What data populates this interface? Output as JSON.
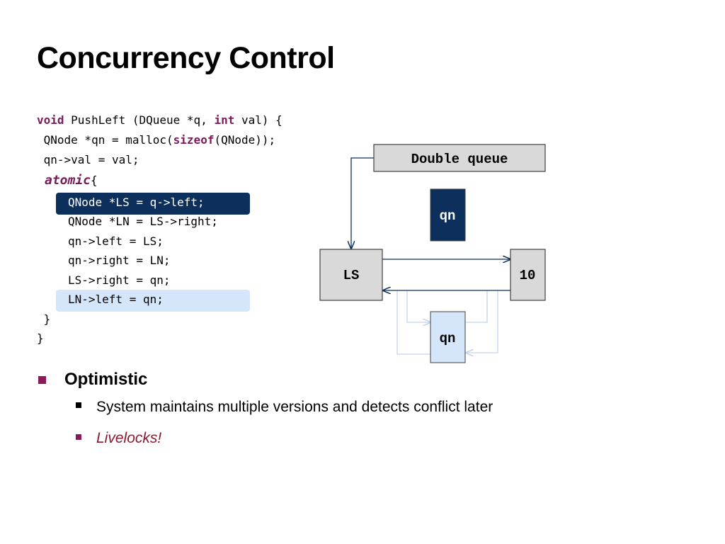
{
  "slide": {
    "title": "Concurrency Control"
  },
  "code": {
    "line1": {
      "kw1": "void",
      "t1": " PushLeft (DQueue *q, ",
      "kw2": "int",
      "t2": " val) {"
    },
    "line2": {
      "t1": " QNode *qn = malloc(",
      "kw": "sizeof",
      "t2": "(QNode));"
    },
    "line3": " qn->val = val;",
    "line4": {
      "kw": "atomic",
      "t": "{"
    },
    "line5": "QNode *LS = q->left;",
    "line6": "QNode *LN = LS->right;",
    "line7": "qn->left = LS;",
    "line8": "qn->right = LN;",
    "line9": "LS->right = qn;",
    "line10": "LN->left = qn;",
    "line11": " }",
    "line12": "}"
  },
  "diagram": {
    "header_label": "Double queue",
    "node_qn_top": "qn",
    "node_ls": "LS",
    "node_right": "10",
    "node_qn_bottom": "qn",
    "colors": {
      "dark_navy": "#0d2f5c",
      "light_blue": "#d6e6fa",
      "gray_fill": "#d9d9d9",
      "faint_arrow": "#c5d3ea"
    }
  },
  "bullets": {
    "level1": "Optimistic",
    "level2": [
      "System maintains multiple versions and detects conflict later",
      "Livelocks!"
    ]
  }
}
